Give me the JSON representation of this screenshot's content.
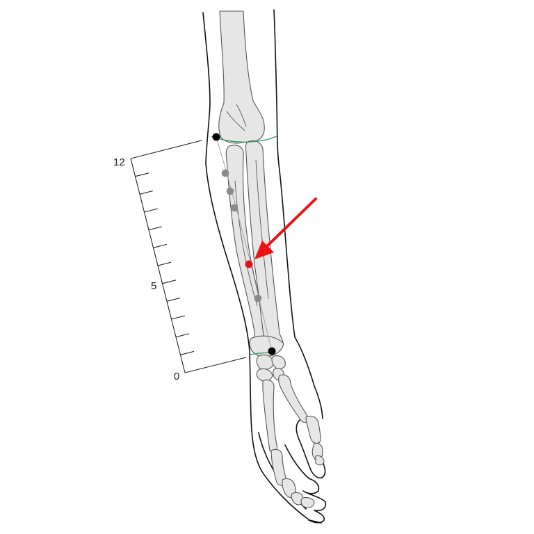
{
  "scale": {
    "top_label": "12",
    "mid_label": "5",
    "bottom_label": "0",
    "top_value": 12,
    "mid_value": 5,
    "bottom_value": 0
  },
  "colors": {
    "outline": "#111111",
    "bone_fill": "#e6e6e6",
    "bone_stroke": "#555555",
    "crease_line": "#2e9a63",
    "landmark_point": "#000000",
    "secondary_point": "#8a8a8a",
    "highlight_point": "#e3121b",
    "arrow": "#ee1111"
  },
  "points": {
    "landmarks": [
      "elbow-crease-point",
      "wrist-crease-point"
    ],
    "secondary_count": 4,
    "highlight": "target-point"
  }
}
